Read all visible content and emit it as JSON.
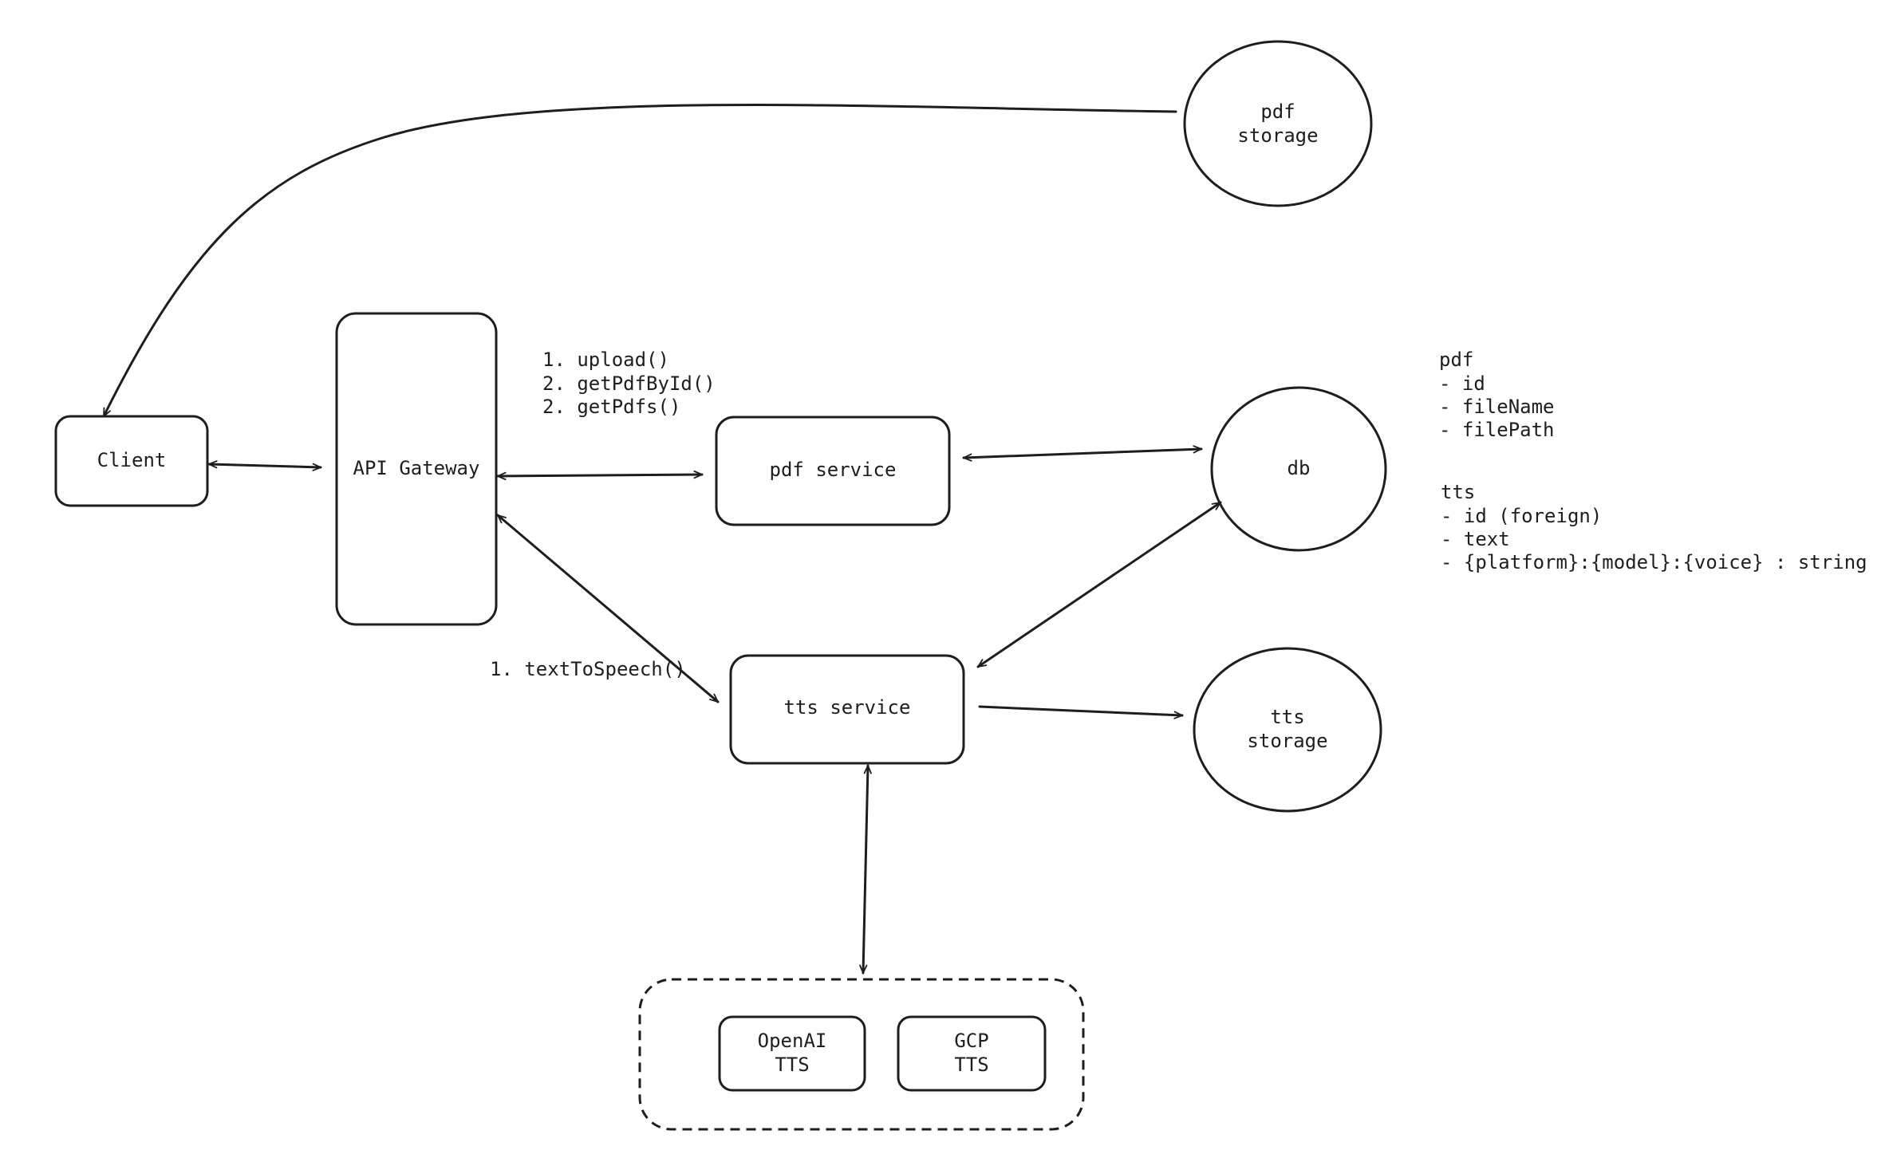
{
  "nodes": {
    "client": {
      "label": "Client"
    },
    "api_gateway": {
      "label": "API Gateway"
    },
    "pdf_service": {
      "label": "pdf service"
    },
    "tts_service": {
      "label": "tts service"
    },
    "db": {
      "label": "db"
    },
    "pdf_storage": {
      "lines": [
        "pdf",
        "storage"
      ]
    },
    "tts_storage": {
      "lines": [
        "tts",
        "storage"
      ]
    },
    "openai_tts": {
      "lines": [
        "OpenAI",
        "TTS"
      ]
    },
    "gcp_tts": {
      "lines": [
        "GCP",
        "TTS"
      ]
    }
  },
  "annotations": {
    "pdf_methods": [
      "1. upload()",
      "2. getPdfById()",
      "2. getPdfs()"
    ],
    "tts_methods": [
      "1. textToSpeech()"
    ]
  },
  "schema": {
    "pdf": [
      "pdf",
      "- id",
      "- fileName",
      "- filePath"
    ],
    "tts": [
      "tts",
      "- id (foreign)",
      "- text",
      "- {platform}:{model}:{voice} : string"
    ]
  },
  "edges": [
    {
      "from": "pdf_storage",
      "to": "client",
      "direction": "one-way"
    },
    {
      "from": "client",
      "to": "api_gateway",
      "direction": "two-way"
    },
    {
      "from": "api_gateway",
      "to": "pdf_service",
      "direction": "two-way"
    },
    {
      "from": "pdf_service",
      "to": "db",
      "direction": "two-way"
    },
    {
      "from": "api_gateway",
      "to": "tts_service",
      "direction": "two-way"
    },
    {
      "from": "db",
      "to": "tts_service",
      "direction": "two-way"
    },
    {
      "from": "tts_service",
      "to": "tts_storage",
      "direction": "one-way"
    },
    {
      "from": "tts_service",
      "to": "tts_providers",
      "direction": "two-way"
    }
  ],
  "colors": {
    "stroke": "#1e1e1e",
    "background": "#ffffff"
  }
}
